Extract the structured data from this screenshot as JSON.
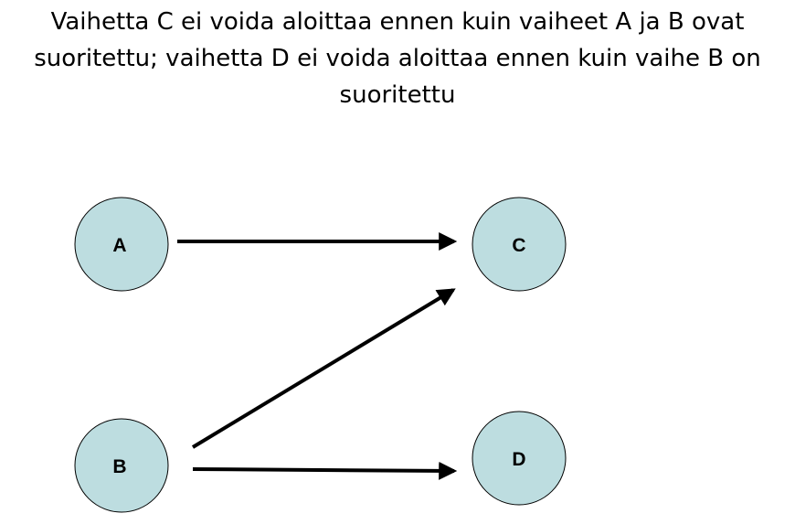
{
  "title": {
    "line1": "Vaihetta C ei voida aloittaa ennen kuin vaiheet A ja B ovat",
    "line2": "suoritettu; vaihetta D ei voida aloittaa ennen kuin vaihe B on",
    "line3": "suoritettu"
  },
  "colors": {
    "node_fill": "#bddde0",
    "node_stroke": "#000000",
    "arrow": "#000000"
  },
  "nodes": [
    {
      "id": "A",
      "label": "A"
    },
    {
      "id": "B",
      "label": "B"
    },
    {
      "id": "C",
      "label": "C"
    },
    {
      "id": "D",
      "label": "D"
    }
  ],
  "edges": [
    {
      "from": "A",
      "to": "C"
    },
    {
      "from": "B",
      "to": "C"
    },
    {
      "from": "B",
      "to": "D"
    }
  ]
}
